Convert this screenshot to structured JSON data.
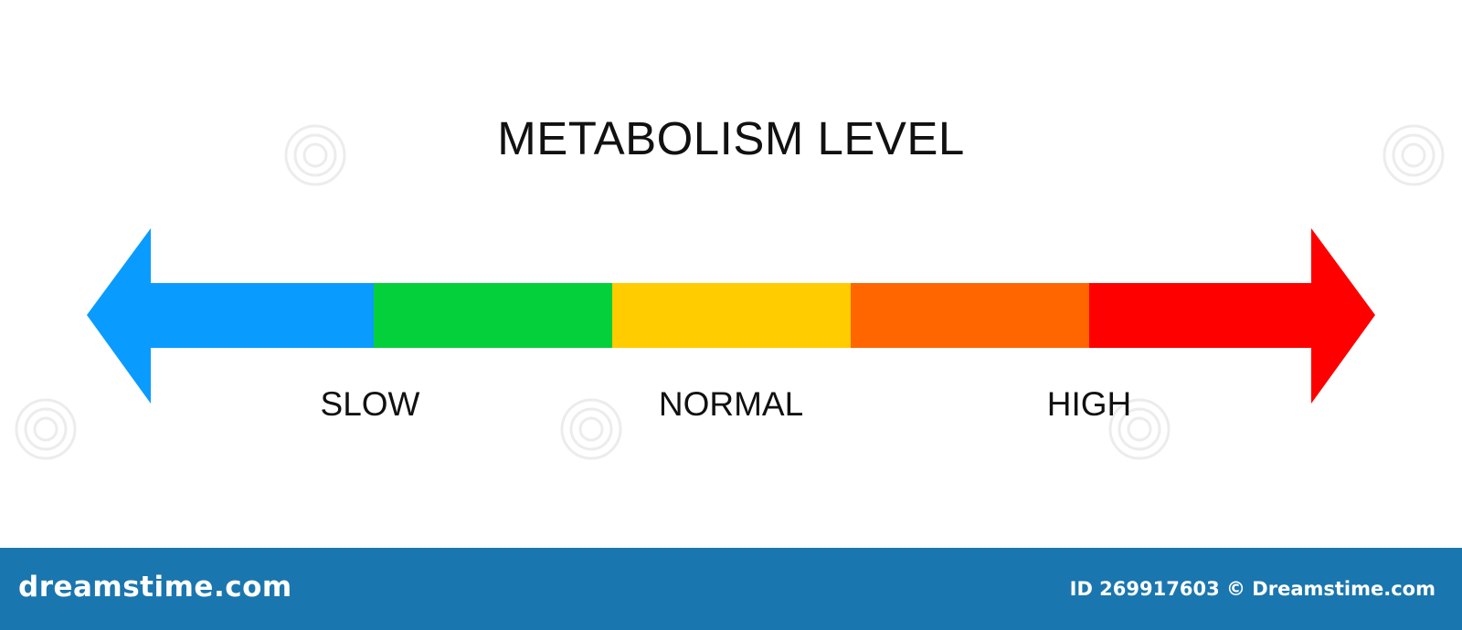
{
  "title": "METABOLISM LEVEL",
  "scale": {
    "segments": [
      {
        "color": "#0a9bff"
      },
      {
        "color": "#04d03c"
      },
      {
        "color": "#ffcc00"
      },
      {
        "color": "#ff6600"
      },
      {
        "color": "#ff0000"
      }
    ],
    "labels": [
      "SLOW",
      "NORMAL",
      "HIGH"
    ]
  },
  "footer": {
    "brand": "dreamstime.com",
    "image_id": "ID 269917603 © Dreamstime.com",
    "background": "#1a76ae"
  }
}
